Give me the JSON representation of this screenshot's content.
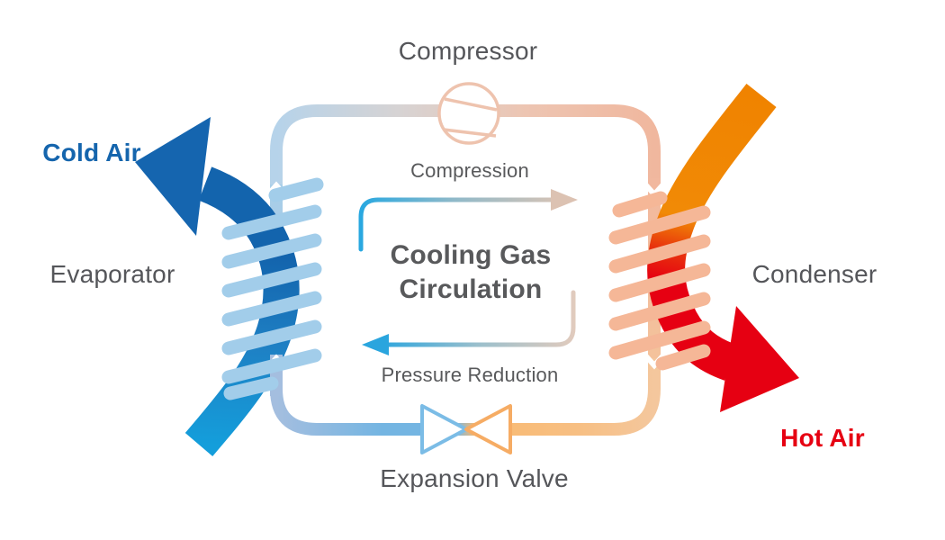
{
  "diagram": {
    "title_line1": "Cooling Gas",
    "title_line2": "Circulation",
    "labels": {
      "compressor": "Compressor",
      "cold_air": "Cold Air",
      "evaporator": "Evaporator",
      "condenser": "Condenser",
      "hot_air": "Hot Air",
      "expansion_valve": "Expansion Valve",
      "compression": "Compression",
      "pressure_reduction": "Pressure Reduction"
    },
    "colors": {
      "label_text": "#55565a",
      "cold_air_text": "#1565ad",
      "hot_air_text": "#e60012",
      "cold_arrow_start": "#149edb",
      "cold_arrow_end": "#1364ad",
      "hot_arrow_start": "#f08300",
      "hot_arrow_end": "#e60012",
      "evaporator_coil": "#a2cdea",
      "condenser_coil": "#f5b797",
      "pipe_cold_side": "#74b5e2",
      "pipe_warm_side": "#f0b79e",
      "compressor_icon": "#eec3ae",
      "valve_left": "#7bbce6",
      "valve_right": "#f6ac64"
    }
  }
}
